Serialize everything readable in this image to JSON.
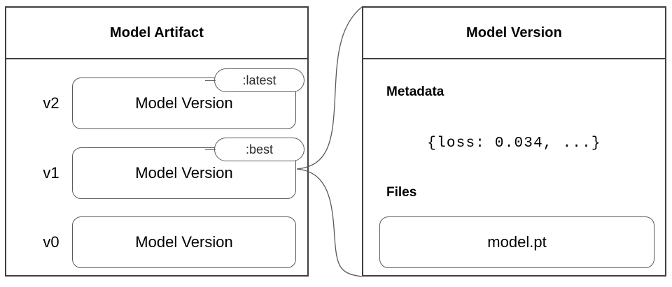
{
  "diagram": {
    "title_artifact": "Model Artifact",
    "title_version": "Model Version",
    "stroke_color": "#3f3f3f",
    "inner_stroke_color": "#595959",
    "background": "#ffffff"
  },
  "artifact_panel": {
    "header": "Model Artifact",
    "versions": [
      {
        "version_label": "v2",
        "box_label": "Model Version",
        "alias": ":latest"
      },
      {
        "version_label": "v1",
        "box_label": "Model Version",
        "alias": ":best"
      },
      {
        "version_label": "v0",
        "box_label": "Model Version",
        "alias": ""
      }
    ]
  },
  "version_panel": {
    "header": "Model Version",
    "metadata": {
      "label": "Metadata",
      "value": "{loss: 0.034, ...}"
    },
    "files": {
      "label": "Files",
      "items": [
        {
          "name": "model.pt"
        }
      ]
    }
  },
  "connector": {
    "from": "v1 Model Version box",
    "to": "Model Version detail panel"
  }
}
